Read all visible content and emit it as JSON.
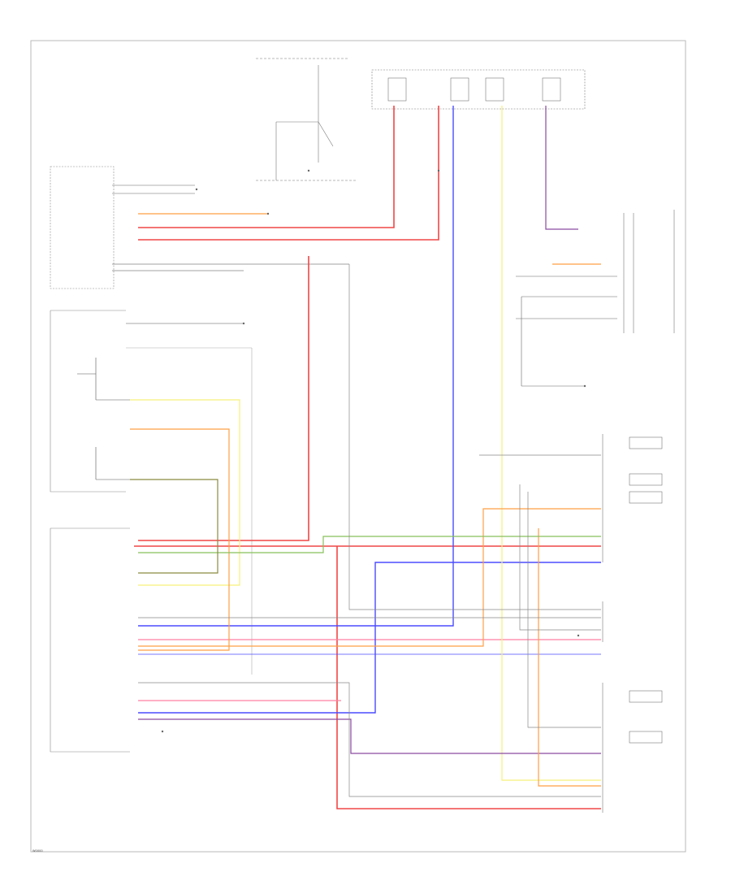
{
  "footer_code": "W0000",
  "colors": {
    "red": "#f04646",
    "pink": "#ff7fa0",
    "blue": "#4b4bff",
    "orange": "#ff9f45",
    "yellow": "#f6f07a",
    "olive": "#8a8a40",
    "green": "#88c05a",
    "violet": "#8a4aa0",
    "gray": "#9a9a9a",
    "dark": "#555555",
    "frame": "#b8b8b8"
  },
  "wires": [
    {
      "id": "red-main",
      "color": "red"
    },
    {
      "id": "pink-vertical",
      "color": "pink"
    },
    {
      "id": "blue-main",
      "color": "blue"
    },
    {
      "id": "yellow-feed",
      "color": "yellow"
    },
    {
      "id": "violet-drop",
      "color": "violet"
    },
    {
      "id": "orange-signal",
      "color": "orange"
    },
    {
      "id": "green-signal",
      "color": "green"
    },
    {
      "id": "olive-signal",
      "color": "olive"
    }
  ]
}
